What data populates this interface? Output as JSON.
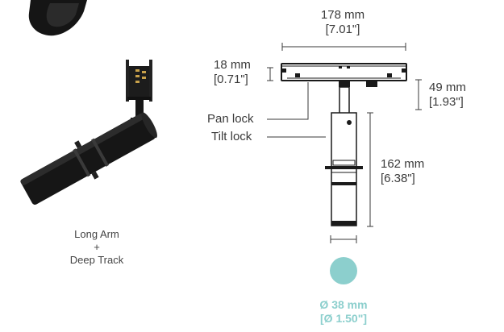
{
  "dimensions": {
    "width": {
      "mm": "178 mm",
      "inch": "[7.01\"]"
    },
    "track_height": {
      "mm": "18 mm",
      "inch": "[0.71\"]"
    },
    "arm_offset": {
      "mm": "49 mm",
      "inch": "[1.93\"]"
    },
    "head_length": {
      "mm": "162 mm",
      "inch": "[6.38\"]"
    },
    "diameter": {
      "mm": "Ø 38 mm",
      "inch": "[Ø 1.50\"]"
    }
  },
  "callouts": {
    "pan_lock": "Pan lock",
    "tilt_lock": "Tilt lock"
  },
  "caption": {
    "line1": "Long Arm",
    "line2": "+",
    "line3": "Deep Track"
  },
  "colors": {
    "accent": "#8ccfcd",
    "line": "#3a3a3a",
    "fixture": "#1a1a1a"
  }
}
